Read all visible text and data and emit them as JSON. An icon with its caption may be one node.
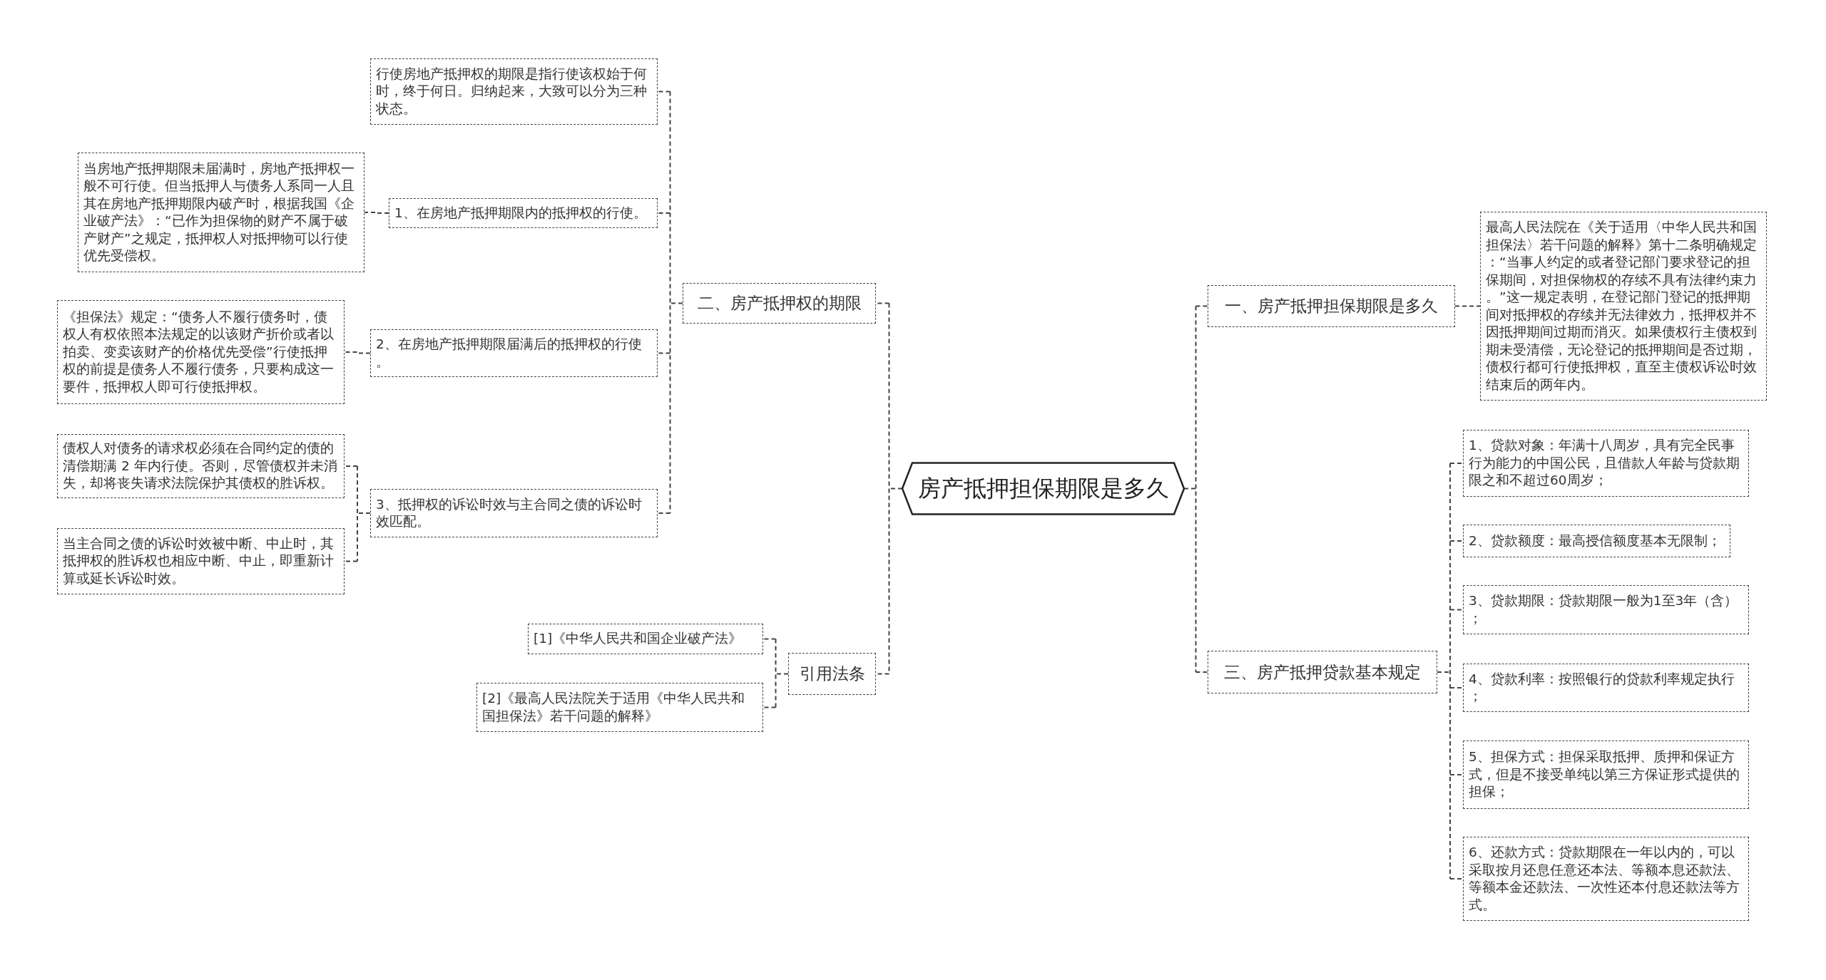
{
  "diagram": {
    "nodes": [
      {
        "text": [
          "房产抵押担保期限是多久"
        ]
      },
      {
        "text": [
          "二、房产抵押权的期限"
        ]
      },
      {
        "text": [
          "行使房地产抵押权的期限是指行使该权始于何时，终于何日。归纳起来，大致可以分为三种状态。"
        ]
      },
      {
        "text": [
          "1、在房地产抵押期限内的抵押权的行使。"
        ]
      },
      {
        "text": [
          "当房地产抵押期限未届满时，房地产抵押权一般不可行使。但当抵押人与债务人系同一人且其在房地产抵押期限内破产时，根据我国《企业破产法》：“已作为担保物的财产不属于破产财产”之规定，抵押权人对抵押物可以行使优先受偿权。"
        ]
      },
      {
        "text": [
          "2、在房地产抵押期限届满后的抵押权的行使。"
        ]
      },
      {
        "text": [
          "《担保法》规定：“债务人不履行债务时，债权人有权依照本法规定的以该财产折价或者以拍卖、变卖该财产的价格优先受偿”行使抵押权的前提是债务人不履行债务，只要构成这一要件，抵押权人即可行使抵押权。"
        ]
      },
      {
        "text": [
          "3、抵押权的诉讼时效与主合同之债的诉讼时效匹配。"
        ]
      },
      {
        "text": [
          "债权人对债务的请求权必须在合同约定的债的清偿期满 2 年内行使。否则，尽管债权并未消失，却将丧失请求法院保护其债权的胜诉权。"
        ]
      },
      {
        "text": [
          "当主合同之债的诉讼时效被中断、中止时，其抵押权的胜诉权也相应中断、中止，即重新计算或延长诉讼时效。"
        ]
      },
      {
        "text": [
          "引用法条"
        ]
      },
      {
        "text": [
          "[1]《中华人民共和国企业破产法》"
        ]
      },
      {
        "text": [
          "[2]《最高人民法院关于适用《中华人民共和国担保法》若干问题的解释》"
        ]
      },
      {
        "text": [
          "一、房产抵押担保期限是多久"
        ]
      },
      {
        "text": [
          "最高人民法院在《关于适用〈中华人民共和国担保法〉若干问题的解释》第十二条明确规定：“当事人约定的或者登记部门要求登记的担保期间，对担保物权的存续不具有法律约束力。”这一规定表明，在登记部门登记的抵押期间对抵押权的存续并无法律效力，抵押权并不因抵押期间过期而消灭。如果债权行主债权到期未受清偿，无论登记的抵押期间是否过期，债权行都可行使抵押权，直至主债权诉讼时效结束后的两年内。"
        ]
      },
      {
        "text": [
          "三、房产抵押贷款基本规定"
        ]
      },
      {
        "text": [
          "1、贷款对象：年满十八周岁，具有完全民事行为能力的中国公民，且借款人年龄与贷款期限之和不超过60周岁；"
        ]
      },
      {
        "text": [
          "2、贷款额度：最高授信额度基本无限制；"
        ]
      },
      {
        "text": [
          "3、贷款期限：贷款期限一般为1至3年（含）；"
        ]
      },
      {
        "text": [
          "4、贷款利率：按照银行的贷款利率规定执行；"
        ]
      },
      {
        "text": [
          "5、担保方式：担保采取抵押、质押和保证方式，但是不接受单纯以第三方保证形式提供的担保；"
        ]
      },
      {
        "text": [
          "6、还款方式：贷款期限在一年以内的，可以采取按月还息任意还本法、等额本息还款法、等额本金还款法、一次性还本付息还款法等方式。"
        ]
      }
    ],
    "edges": [
      {
        "from": 0,
        "to": 1,
        "arrow": "none"
      },
      {
        "from": 1,
        "to": 2,
        "arrow": "none"
      },
      {
        "from": 1,
        "to": 3,
        "arrow": "none"
      },
      {
        "from": 3,
        "to": 4,
        "arrow": "none"
      },
      {
        "from": 1,
        "to": 5,
        "arrow": "none"
      },
      {
        "from": 5,
        "to": 6,
        "arrow": "none"
      },
      {
        "from": 1,
        "to": 7,
        "arrow": "none"
      },
      {
        "from": 7,
        "to": 8,
        "arrow": "none"
      },
      {
        "from": 7,
        "to": 9,
        "arrow": "none"
      },
      {
        "from": 0,
        "to": 10,
        "arrow": "none"
      },
      {
        "from": 10,
        "to": 11,
        "arrow": "none"
      },
      {
        "from": 10,
        "to": 12,
        "arrow": "none"
      },
      {
        "from": 0,
        "to": 13,
        "arrow": "none"
      },
      {
        "from": 13,
        "to": 14,
        "arrow": "none"
      },
      {
        "from": 0,
        "to": 15,
        "arrow": "none"
      },
      {
        "from": 15,
        "to": 16,
        "arrow": "none"
      },
      {
        "from": 15,
        "to": 17,
        "arrow": "none"
      },
      {
        "from": 15,
        "to": 18,
        "arrow": "none"
      },
      {
        "from": 15,
        "to": 19,
        "arrow": "none"
      },
      {
        "from": 15,
        "to": 20,
        "arrow": "none"
      },
      {
        "from": 15,
        "to": 21,
        "arrow": "none"
      }
    ]
  }
}
